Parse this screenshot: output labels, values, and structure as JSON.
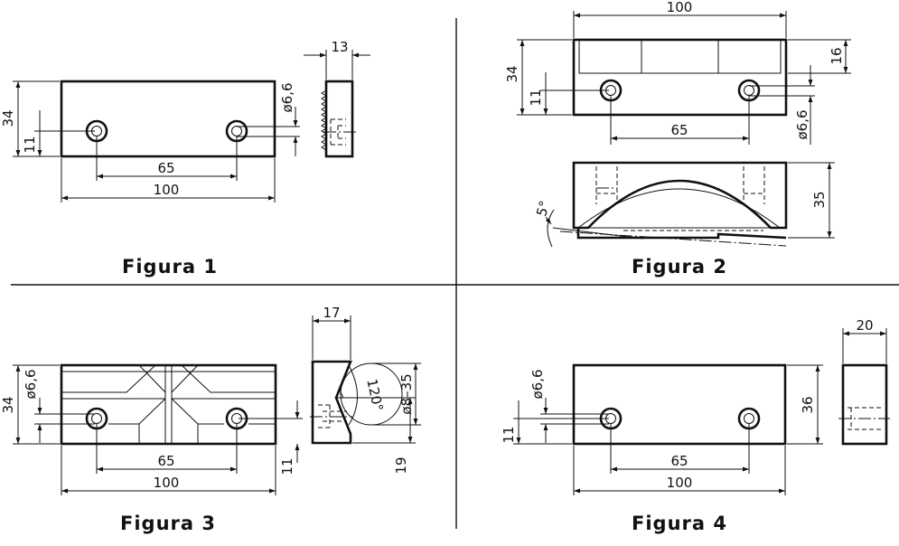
{
  "captions": {
    "fig1": "Figura 1",
    "fig2": "Figura 2",
    "fig3": "Figura 3",
    "fig4": "Figura 4"
  },
  "fig1": {
    "height": "34",
    "hole_offset": "11",
    "hole_spacing": "65",
    "length": "100",
    "hole_diameter": "ø6,6",
    "width": "13"
  },
  "fig2": {
    "length": "100",
    "height": "34",
    "hole_offset": "11",
    "top_height": "16",
    "hole_diameter": "ø6,6",
    "hole_spacing": "65",
    "angle": "5°",
    "side_height": "35"
  },
  "fig3": {
    "height": "34",
    "hole_diameter": "ø6,6",
    "hole_spacing": "65",
    "length": "100",
    "hole_offset": "11",
    "width": "17",
    "vee_angle": "120°",
    "capacity": "ø8–35",
    "vee_depth": "19"
  },
  "fig4": {
    "hole_diameter": "ø6,6",
    "hole_offset": "11",
    "hole_spacing": "65",
    "length": "100",
    "height": "36",
    "width": "20"
  }
}
